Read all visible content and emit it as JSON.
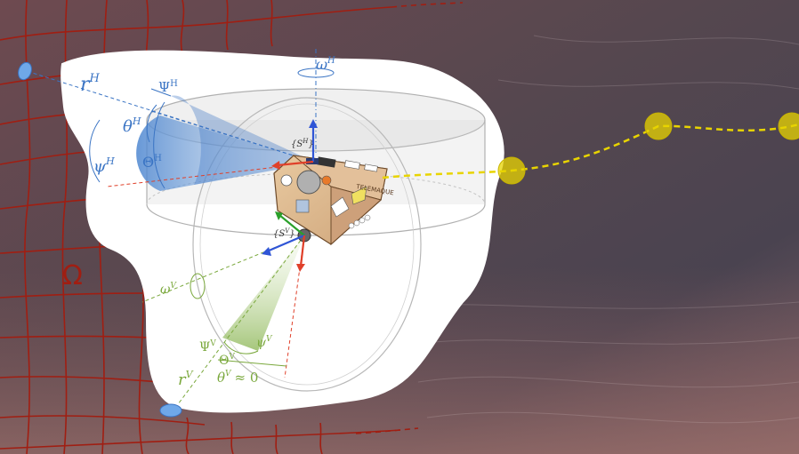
{
  "region_label": "Ω",
  "robot_name": "TELEMAQUE",
  "horizontal": {
    "omega": "ω",
    "omega_sup": "H",
    "r": "r",
    "r_sup": "H",
    "Psi": "Ψ",
    "Psi_sup": "H",
    "theta": "θ",
    "theta_sup": "H",
    "psi": "ψ",
    "psi_sup": "H",
    "Theta": "Θ",
    "Theta_sup": "H",
    "frame": "{S",
    "frame_sup": "H",
    "frame_close": "}"
  },
  "vertical": {
    "frame": "{S",
    "frame_sup": "V",
    "frame_close": "}",
    "omega": "ω",
    "omega_sup": "V",
    "Psi": "Ψ",
    "Psi_sup": "V",
    "psi": "ψ",
    "psi_sup": "V",
    "Theta": "Θ",
    "Theta_sup": "V",
    "r": "r",
    "r_sup": "V",
    "theta": "θ",
    "theta_sup": "V",
    "approx": "≈ 0"
  },
  "colors": {
    "horizontal": "#3a74c4",
    "vertical": "#7aa83c",
    "mesh": "#a01e12",
    "trajectory": "#e8d400",
    "x_axis": "#e0402a",
    "y_axis": "#2aa02a",
    "z_axis": "#2f55d6"
  }
}
